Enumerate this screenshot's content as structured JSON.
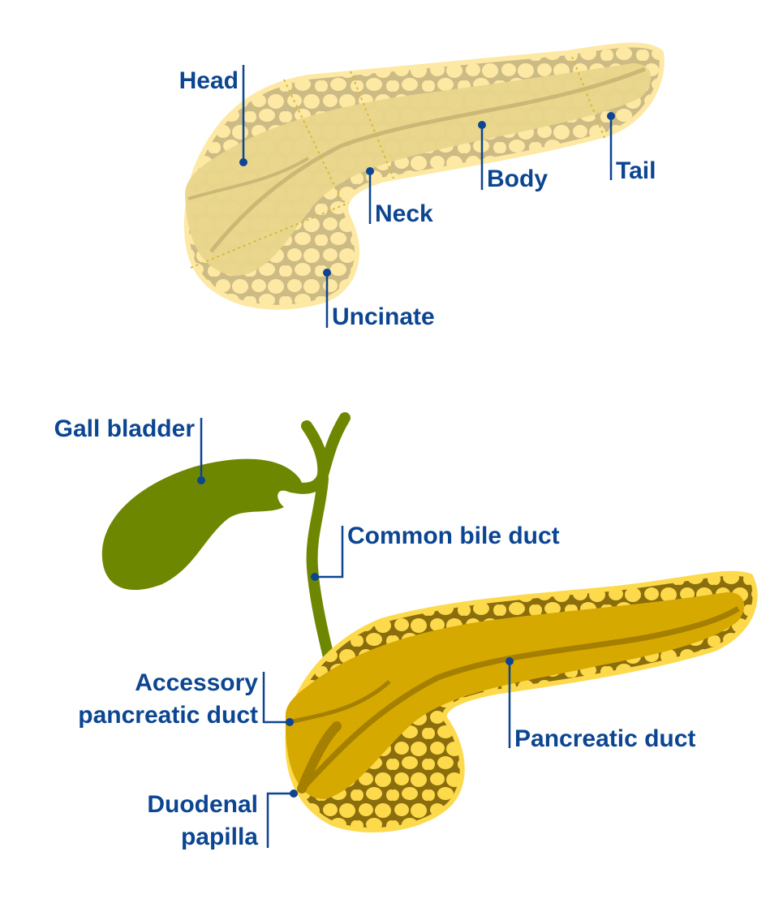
{
  "colors": {
    "label": "#0c4592",
    "top_cells": "#fde9a3",
    "top_background": "#cdbb86",
    "top_band": "#e9d68c",
    "bottom_cells": "#fdd94c",
    "bottom_background": "#8a6d0c",
    "bottom_band": "#d6a900",
    "gall_bladder": "#6e8700"
  },
  "top_diagram": {
    "labels": {
      "head": "Head",
      "neck": "Neck",
      "body": "Body",
      "tail": "Tail",
      "uncinate": "Uncinate"
    }
  },
  "bottom_diagram": {
    "labels": {
      "gall_bladder": "Gall bladder",
      "common_bile_duct": "Common bile duct",
      "accessory_line1": "Accessory",
      "accessory_line2": "pancreatic duct",
      "pancreatic_duct": "Pancreatic duct",
      "duodenal_line1": "Duodenal",
      "duodenal_line2": "papilla"
    }
  }
}
